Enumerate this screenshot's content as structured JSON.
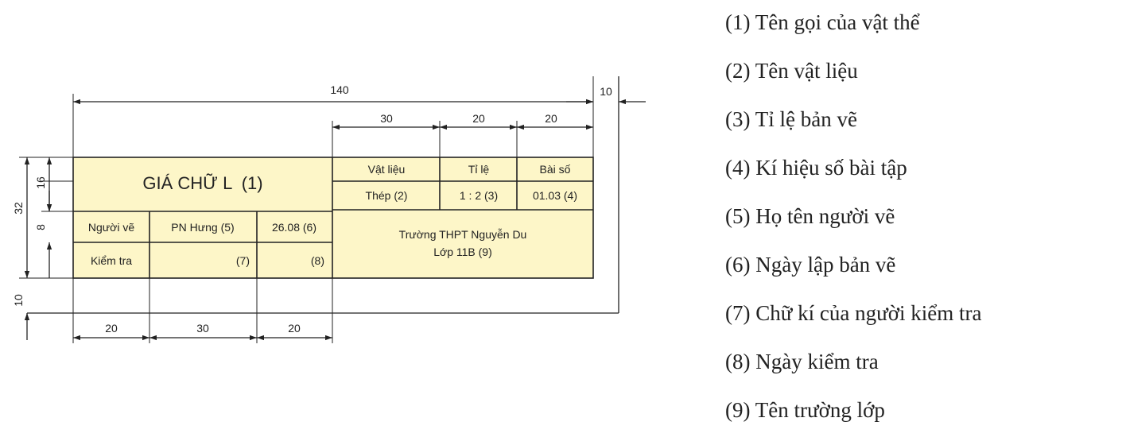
{
  "title_block": {
    "title": "GIÁ CHỮ L  (1)",
    "header_material": "Vật liệu",
    "header_scale": "Tỉ lệ",
    "header_exercise": "Bài số",
    "material": "Thép (2)",
    "scale": "1 : 2 (3)",
    "exercise_no": "01.03 (4)",
    "drawn_by_label": "Người vẽ",
    "drawn_by_name": "PN Hưng (5)",
    "drawn_date": "26.08 (6)",
    "checked_label": "Kiểm tra",
    "checked_signature": "(7)",
    "checked_date": "(8)",
    "school": "Trường THPT Nguyễn Du",
    "class": "Lớp 11B (9)"
  },
  "dimensions": {
    "total_width": "140",
    "right_margin": "10",
    "col_material": "30",
    "col_scale": "20",
    "col_exercise": "20",
    "total_height": "32",
    "title_row_height": "16",
    "row_height": "8",
    "bottom_margin": "10",
    "bottom_col1": "20",
    "bottom_col2": "30",
    "bottom_col3": "20"
  },
  "legend": [
    "(1) Tên gọi của vật thể",
    "(2) Tên vật liệu",
    "(3) Tỉ lệ bản vẽ",
    "(4) Kí hiệu số bài tập",
    "(5) Họ tên người vẽ",
    "(6) Ngày lập bản vẽ",
    "(7) Chữ kí của người kiểm tra",
    "(8) Ngày kiểm tra",
    "(9) Tên trường lớp"
  ],
  "colors": {
    "fill": "#fdf6c8",
    "line": "#222222"
  }
}
